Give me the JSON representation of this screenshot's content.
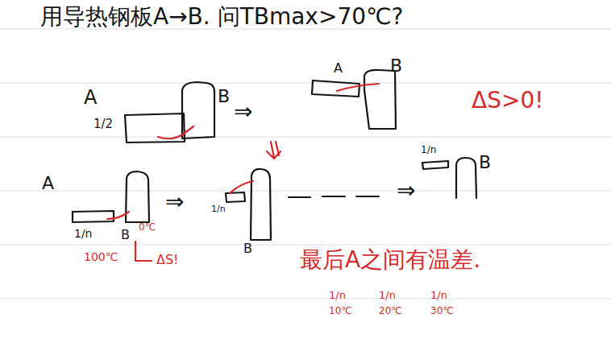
{
  "diagram": {
    "title": "用导热钢板A→B. 问TBmax>70℃?",
    "labels": [
      "A",
      "1/2",
      "B",
      "⇒",
      "A",
      "B",
      "ΔS>0!",
      "A",
      "1/n",
      "B",
      "0℃",
      "100℃",
      "ΔS!",
      "⇒",
      "1/n",
      "B",
      "1/n",
      "B",
      "⇒",
      "最后A之间有温差.",
      "1/n",
      "10℃",
      "1/n",
      "20℃",
      "1/n",
      "30℃"
    ]
  }
}
